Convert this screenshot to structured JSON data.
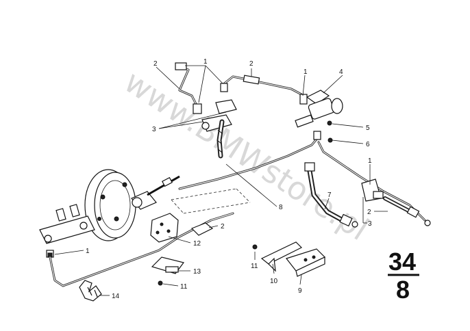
{
  "watermark": "www.BMWstore.pl",
  "section": {
    "top": "34",
    "bottom": "8"
  },
  "callouts": [
    {
      "id": "c1a",
      "text": "1"
    },
    {
      "id": "c2a",
      "text": "2"
    },
    {
      "id": "c2b",
      "text": "2"
    },
    {
      "id": "c1b",
      "text": "1"
    },
    {
      "id": "c4",
      "text": "4"
    },
    {
      "id": "c3a",
      "text": "3"
    },
    {
      "id": "c5",
      "text": "5"
    },
    {
      "id": "c6",
      "text": "6"
    },
    {
      "id": "c1c",
      "text": "1"
    },
    {
      "id": "c7",
      "text": "7"
    },
    {
      "id": "c8",
      "text": "8"
    },
    {
      "id": "c2c",
      "text": "2"
    },
    {
      "id": "c3b",
      "text": "3"
    },
    {
      "id": "c2d",
      "text": "2"
    },
    {
      "id": "c12",
      "text": "12"
    },
    {
      "id": "c1d",
      "text": "1"
    },
    {
      "id": "c11a",
      "text": "11"
    },
    {
      "id": "c13",
      "text": "13"
    },
    {
      "id": "c11b",
      "text": "11"
    },
    {
      "id": "c10",
      "text": "10"
    },
    {
      "id": "c9",
      "text": "9"
    },
    {
      "id": "c14",
      "text": "14"
    }
  ]
}
